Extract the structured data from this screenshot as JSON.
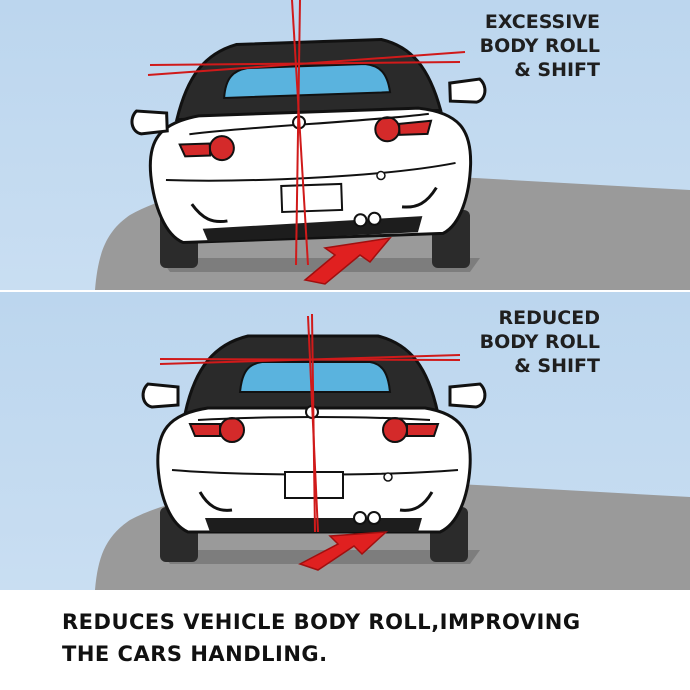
{
  "panels": [
    {
      "callout": [
        "EXCESSIVE",
        "BODY ROLL",
        "& SHIFT"
      ]
    },
    {
      "callout": [
        "REDUCED",
        "BODY ROLL",
        "& SHIFT"
      ]
    }
  ],
  "caption": [
    "REDUCES VEHICLE BODY ROLL,IMPROVING",
    "THE CARS HANDLING."
  ],
  "colors": {
    "background": "#c4daef",
    "road": "#9a9a9a",
    "car_body": "#ffffff",
    "window": "#5ab3de",
    "roof": "#2a2a2a",
    "reference_lines": "#d01a1a",
    "arrow": "#e02020"
  }
}
